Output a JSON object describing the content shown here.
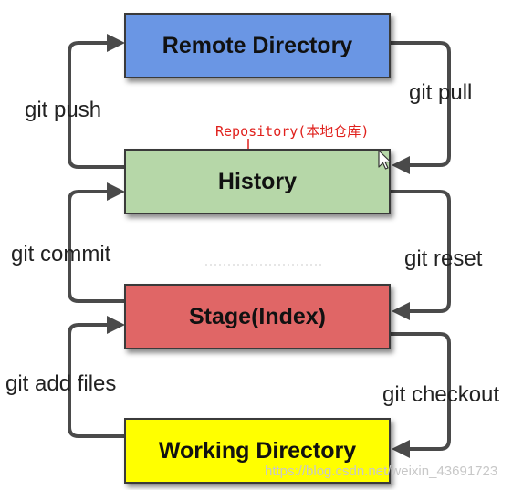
{
  "boxes": {
    "remote": {
      "label": "Remote Directory",
      "color": "#6a96e4"
    },
    "history": {
      "label": "History",
      "color": "#b6d7a8"
    },
    "stage": {
      "label": "Stage(Index)",
      "color": "#e06666"
    },
    "working": {
      "label": "Working Directory",
      "color": "#ffff00"
    }
  },
  "commands": {
    "push": "git push",
    "pull": "git pull",
    "commit": "git commit",
    "reset": "git reset",
    "add": "git add files",
    "checkout": "git checkout"
  },
  "annotation": "Repository(本地仓库)",
  "watermark": "https://blog.csdn.net/weixin_43691723",
  "colors": {
    "arrow": "#4a4a4a",
    "annotation": "#e0201c"
  }
}
